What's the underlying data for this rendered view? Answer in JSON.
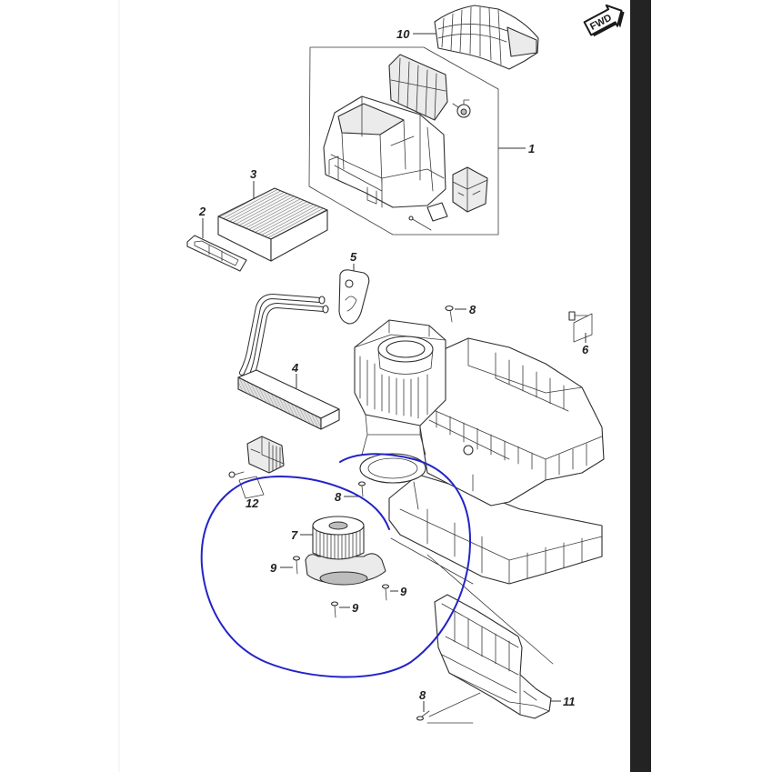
{
  "diagram": {
    "direction_indicator": {
      "label": "FWD",
      "icon": "forward-arrow-icon"
    },
    "callouts": {
      "part_1": "1",
      "part_2": "2",
      "part_3": "3",
      "part_4": "4",
      "part_5": "5",
      "part_6": "6",
      "part_7": "7",
      "part_8_upper": "8",
      "part_8_middle": "8",
      "part_8_lower": "8",
      "part_9_left": "9",
      "part_9_right": "9",
      "part_9_bottom": "9",
      "part_10": "10",
      "part_11": "11",
      "part_12": "12"
    }
  },
  "colors": {
    "background": "#ffffff",
    "line_art": "#2e2e2e",
    "annotation_ink": "#2323c8",
    "viewer_bar": "#232323"
  }
}
